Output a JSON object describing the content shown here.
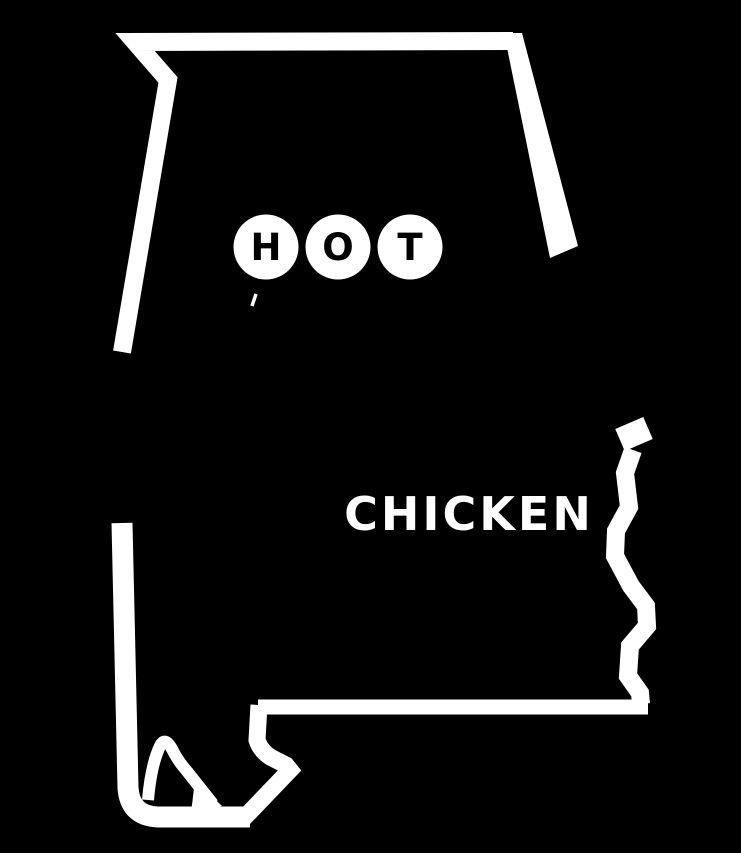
{
  "logo": {
    "name": "alabama-hot-chicken-logo",
    "shape": "alabama-state-outline",
    "background_color": "#000000",
    "foreground_color": "#ffffff",
    "badge_letter_color": "#000000",
    "hot_letters": [
      "H",
      "O",
      "T"
    ],
    "chicken_label": "CHICKEN"
  }
}
